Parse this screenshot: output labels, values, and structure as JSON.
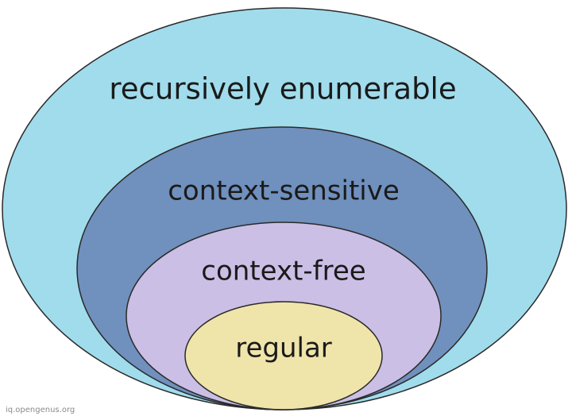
{
  "diagram": {
    "levels": [
      {
        "label": "recursively enumerable",
        "color": "#a0dcec"
      },
      {
        "label": "context-sensitive",
        "color": "#7090bd"
      },
      {
        "label": "context-free",
        "color": "#cbbfe6"
      },
      {
        "label": "regular",
        "color": "#efe4aa"
      }
    ]
  },
  "watermark": "iq.opengenus.org"
}
